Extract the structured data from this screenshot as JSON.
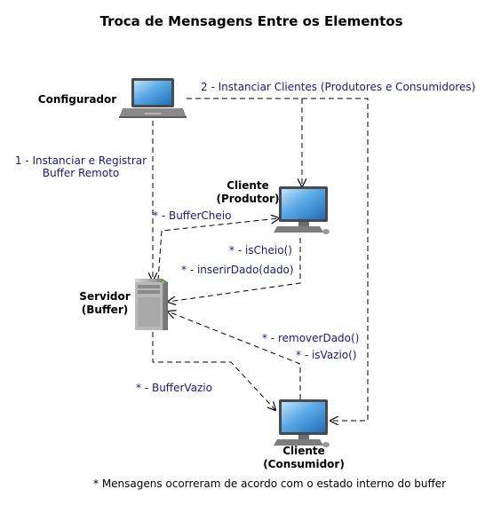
{
  "title": "Troca de Mensagens Entre os Elementos",
  "nodes": {
    "configurador": {
      "label": "Configurador"
    },
    "produtor": {
      "label_line1": "Cliente",
      "label_line2": "(Produtor)"
    },
    "servidor": {
      "label_line1": "Servidor",
      "label_line2": "(Buffer)"
    },
    "consumidor": {
      "label_line1": "Cliente",
      "label_line2": "(Consumidor)"
    }
  },
  "messages": {
    "instanciar_registrar_line1": "1 - Instanciar e Registrar",
    "instanciar_registrar_line2": "Buffer Remoto",
    "instanciar_clientes": "2 - Instanciar Clientes (Produtores e Consumidores)",
    "buffer_cheio": "* - BufferCheio",
    "is_cheio": "* - isCheio()",
    "inserir_dado": "* - inserirDado(dado)",
    "remover_dado": "* - removerDado()",
    "is_vazio": "* - isVazio()",
    "buffer_vazio": "* - BufferVazio"
  },
  "footnote": "* Mensagens ocorreram de acordo com o estado interno do buffer",
  "colors": {
    "message_text": "#1a1a7a",
    "screen": "#3a8fd6",
    "screen_glow": "#9fd0f5",
    "device_body": "#6e6e6e",
    "server_body": "#9a9a9a"
  }
}
